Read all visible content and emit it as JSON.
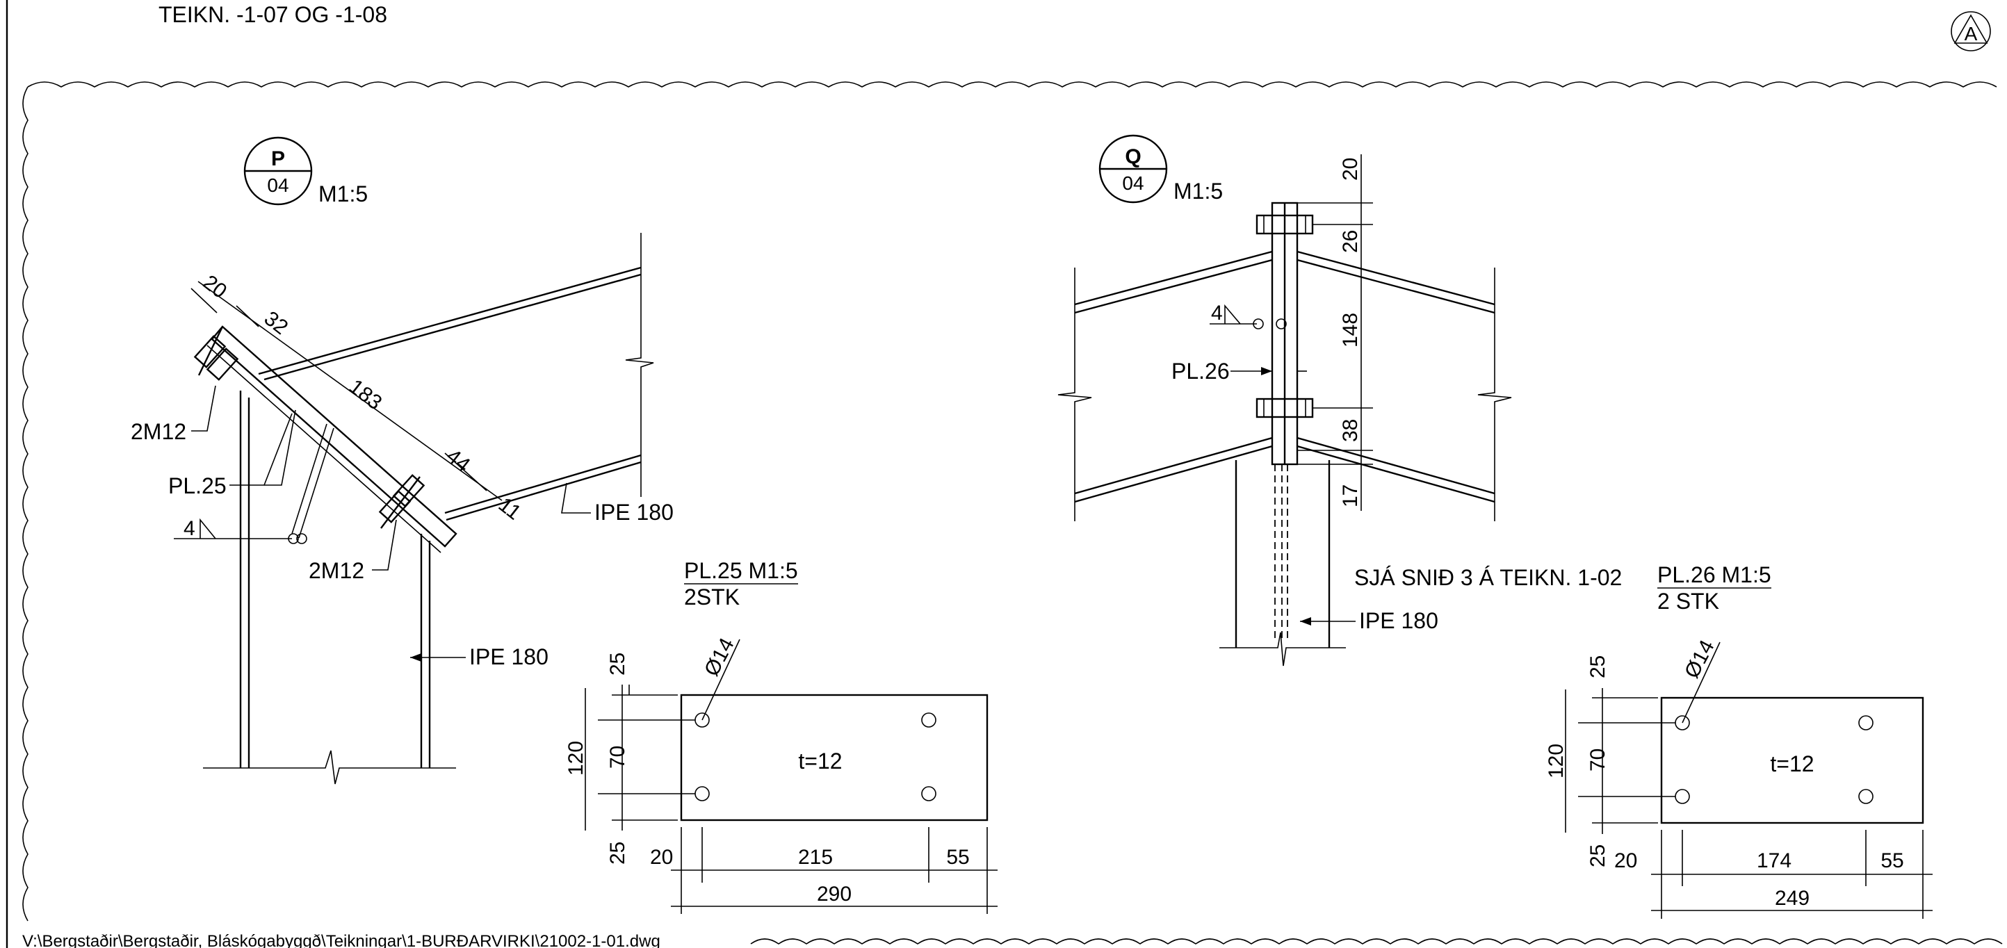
{
  "header": {
    "reference": "TEIKN. -1-07 OG -1-08",
    "revision": "A"
  },
  "detail_p": {
    "id": "P",
    "sheet": "04",
    "scale": "M1:5",
    "dims": [
      "20",
      "32",
      "183",
      "44",
      "11"
    ],
    "bolts_top": "2M12",
    "bolts_bottom": "2M12",
    "plate": "PL.25",
    "weld": "4",
    "beam": "IPE 180",
    "column": "IPE 180"
  },
  "detail_q": {
    "id": "Q",
    "sheet": "04",
    "scale": "M1:5",
    "dims": [
      "20",
      "26",
      "148",
      "38",
      "17"
    ],
    "weld": "4",
    "plate": "PL.26",
    "note": "SJÁ SNIÐ 3 Á TEIKN. 1-02",
    "column": "IPE 180"
  },
  "plate_25": {
    "title": "PL.25 M1:5",
    "qty": "2STK",
    "hole": "Ø14",
    "thickness": "t=12",
    "dims_v": [
      "25",
      "70",
      "25",
      "120"
    ],
    "dims_h": [
      "20",
      "215",
      "55",
      "290"
    ]
  },
  "plate_26": {
    "title": "PL.26 M1:5",
    "qty": "2 STK",
    "hole": "Ø14",
    "thickness": "t=12",
    "dims_v": [
      "25",
      "70",
      "25",
      "120"
    ],
    "dims_h": [
      "20",
      "174",
      "55",
      "249"
    ]
  },
  "footer": {
    "file_path": "V:\\Bergstaðir\\Bergstaðir, Bláskógabyggð\\Teikningar\\1-BURÐARVIRKI\\21002-1-01.dwg"
  }
}
